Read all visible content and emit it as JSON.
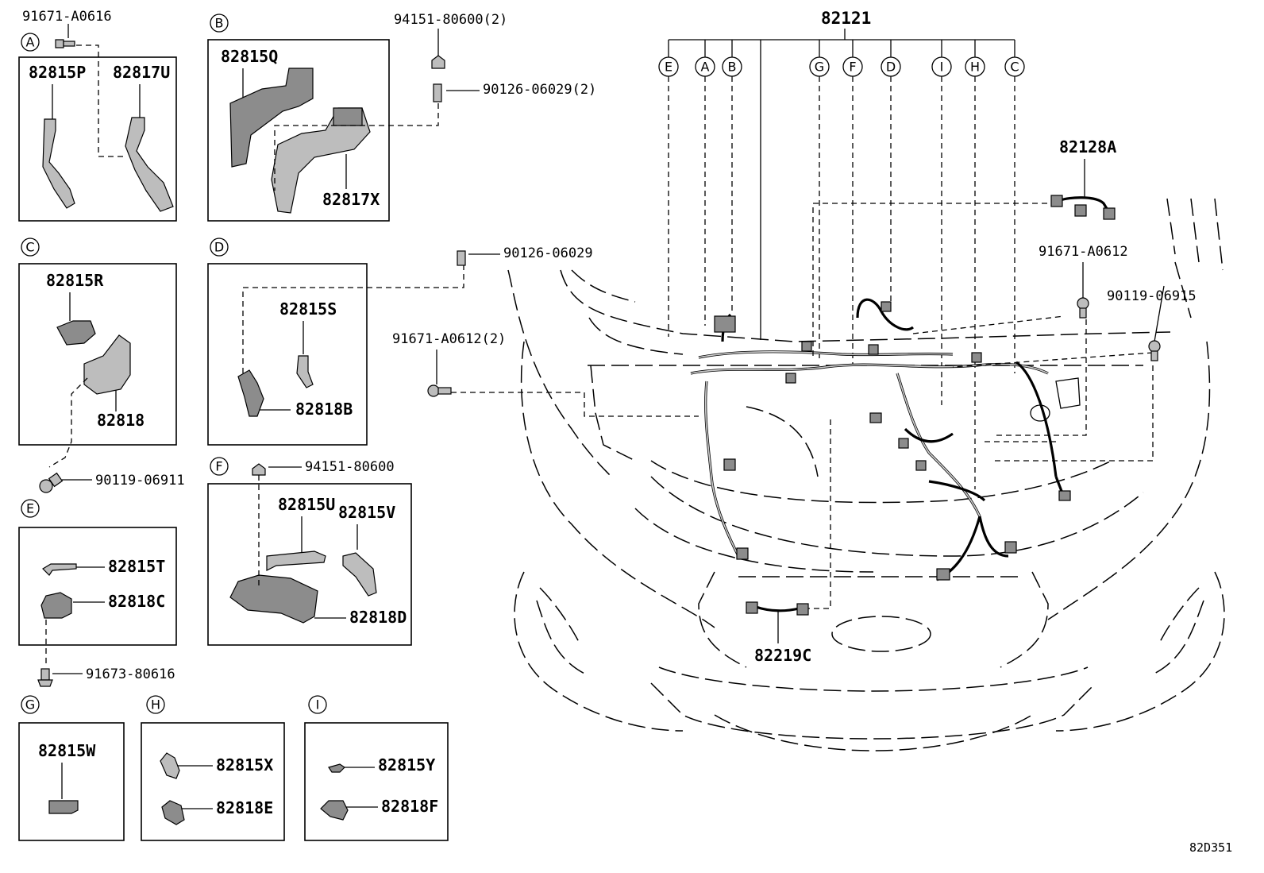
{
  "diagram_code": "82D351",
  "main_harness": {
    "label": "82121",
    "branch_letters": [
      "E",
      "A",
      "B",
      "G",
      "F",
      "D",
      "I",
      "H",
      "C"
    ]
  },
  "callouts": {
    "c_91671_A0616": "91671-A0616",
    "c_94151_80600_2": "94151-80600(2)",
    "c_90126_06029_2": "90126-06029(2)",
    "c_90126_06029": "90126-06029",
    "c_91671_A0612_2": "91671-A0612(2)",
    "c_91671_A0612": "91671-A0612",
    "c_90119_06915": "90119-06915",
    "c_90119_06911": "90119-06911",
    "c_94151_80600": "94151-80600",
    "c_91673_80616": "91673-80616",
    "c_82128A": "82128A",
    "c_82219C": "82219C"
  },
  "insets": {
    "A": {
      "letter": "A",
      "parts": [
        "82815P",
        "82817U"
      ]
    },
    "B": {
      "letter": "B",
      "parts": [
        "82815Q",
        "82817X"
      ]
    },
    "C": {
      "letter": "C",
      "parts": [
        "82815R",
        "82818"
      ]
    },
    "D": {
      "letter": "D",
      "parts": [
        "82815S",
        "82818B"
      ]
    },
    "E": {
      "letter": "E",
      "parts": [
        "82815T",
        "82818C"
      ]
    },
    "F": {
      "letter": "F",
      "parts": [
        "82815U",
        "82815V",
        "82818D"
      ]
    },
    "G": {
      "letter": "G",
      "parts": [
        "82815W"
      ]
    },
    "H": {
      "letter": "H",
      "parts": [
        "82815X",
        "82818E"
      ]
    },
    "I": {
      "letter": "I",
      "parts": [
        "82815Y",
        "82818F"
      ]
    }
  }
}
